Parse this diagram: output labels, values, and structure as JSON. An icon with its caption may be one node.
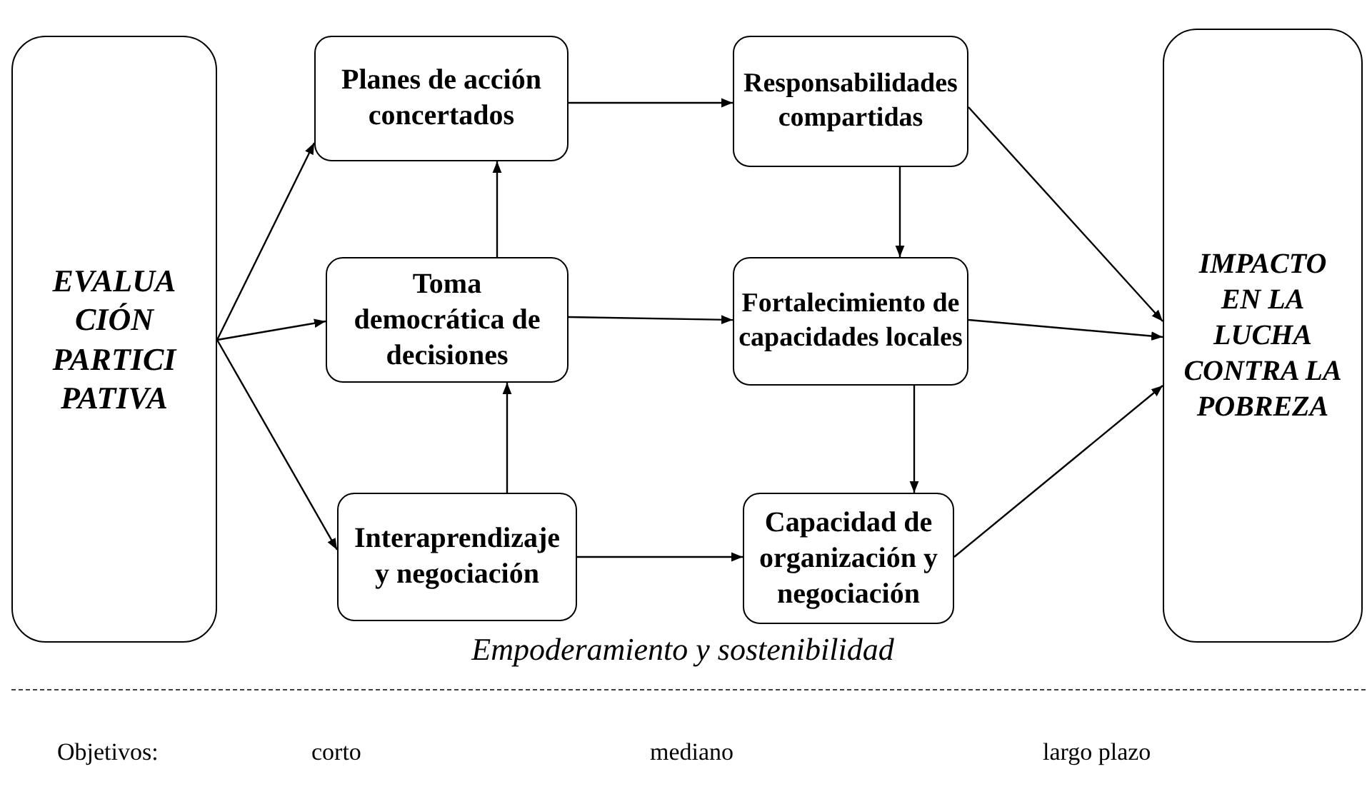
{
  "diagram": {
    "nodes": [
      {
        "text": [
          "EVALUA CIÓN PARTICI PATIVA"
        ]
      },
      {
        "text": [
          "Planes de acción concertados"
        ]
      },
      {
        "text": [
          "Responsabilidades compartidas"
        ]
      },
      {
        "text": [
          "Toma democrática de decisiones"
        ]
      },
      {
        "text": [
          "Fortalecimiento de capacidades locales"
        ]
      },
      {
        "text": [
          "Interaprendizaje y negociación"
        ]
      },
      {
        "text": [
          "Capacidad de organización y negociación"
        ]
      },
      {
        "text": [
          "IMPACTO EN LA LUCHA CONTRA LA POBREZA"
        ]
      }
    ],
    "edges": [
      {
        "from": 0,
        "to": 1,
        "arrow": "to"
      },
      {
        "from": 0,
        "to": 3,
        "arrow": "to"
      },
      {
        "from": 0,
        "to": 5,
        "arrow": "to"
      },
      {
        "from": 1,
        "to": 2,
        "arrow": "to"
      },
      {
        "from": 3,
        "to": 1,
        "arrow": "to"
      },
      {
        "from": 5,
        "to": 3,
        "arrow": "to"
      },
      {
        "from": 3,
        "to": 4,
        "arrow": "to"
      },
      {
        "from": 2,
        "to": 4,
        "arrow": "to"
      },
      {
        "from": 4,
        "to": 6,
        "arrow": "to"
      },
      {
        "from": 5,
        "to": 6,
        "arrow": "to"
      },
      {
        "from": 2,
        "to": 7,
        "arrow": "to"
      },
      {
        "from": 4,
        "to": 7,
        "arrow": "to"
      },
      {
        "from": 6,
        "to": 7,
        "arrow": "to"
      }
    ],
    "labels": [
      "Empoderamiento y sostenibilidad",
      "Objetivos:",
      "corto",
      "mediano",
      "largo plazo"
    ]
  }
}
